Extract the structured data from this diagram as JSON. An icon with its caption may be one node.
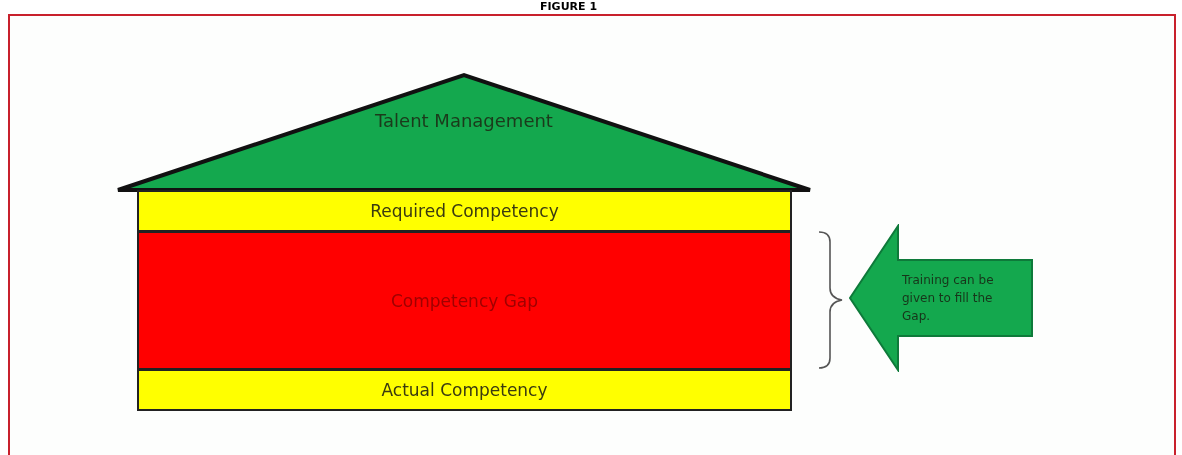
{
  "diagram": {
    "title": "FIGURE 1",
    "nodes": [
      {
        "text": [
          "Talent Management"
        ]
      },
      {
        "text": [
          "Required Competency"
        ]
      },
      {
        "text": [
          "Competency Gap"
        ]
      },
      {
        "text": [
          "Actual Competency"
        ]
      },
      {
        "text": [
          "Training can be given to fill the Gap."
        ]
      }
    ],
    "edges": []
  }
}
